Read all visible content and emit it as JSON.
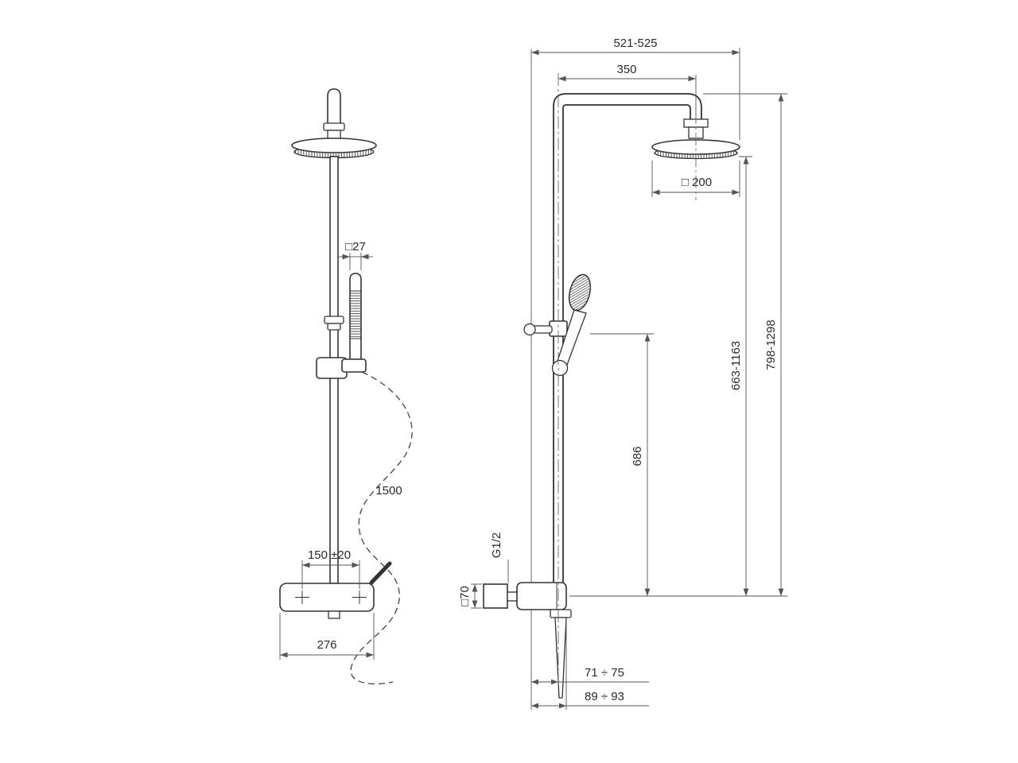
{
  "colors": {
    "line": "#333333",
    "dimension": "#555555",
    "background": "#ffffff"
  },
  "front_view": {
    "dim_hand_shower_square": "□27",
    "dim_hose_length": "1500",
    "dim_inlet_spacing": "150 ±20",
    "dim_mixer_width": "276"
  },
  "side_view": {
    "dim_overall_reach": "521-525",
    "dim_arm_reach": "350",
    "dim_head_square": "□ 200",
    "dim_overall_height": "798-1298",
    "dim_head_height": "663-1163",
    "dim_holder_height": "686",
    "dim_thread": "G1/2",
    "dim_flange_square": "□70",
    "dim_wall_to_axis": "71 ÷ 75",
    "dim_wall_to_outlet": "89 ÷ 93"
  }
}
